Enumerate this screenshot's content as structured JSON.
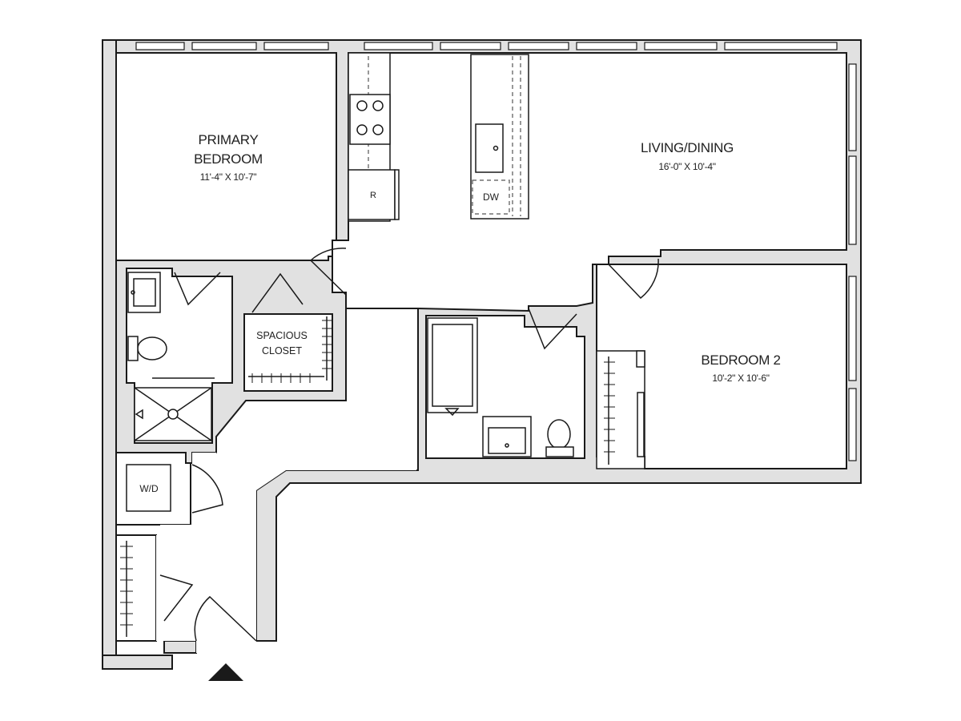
{
  "rooms": {
    "primary_bedroom": {
      "name_line1": "PRIMARY",
      "name_line2": "BEDROOM",
      "dimensions": "11'-4\" X 10'-7\""
    },
    "living_dining": {
      "name": "LIVING/DINING",
      "dimensions": "16'-0\" X 10'-4\""
    },
    "bedroom_2": {
      "name": "BEDROOM 2",
      "dimensions": "10'-2\" X 10'-6\""
    },
    "spacious_closet": {
      "line1": "SPACIOUS",
      "line2": "CLOSET"
    }
  },
  "appliances": {
    "refrigerator": "R",
    "dishwasher": "DW",
    "washer_dryer": "W/D"
  },
  "icons": {
    "entry": "entry-arrow-icon"
  },
  "colors": {
    "wall_fill": "#e1e1e1",
    "line": "#1a1a1a",
    "background": "#ffffff"
  }
}
